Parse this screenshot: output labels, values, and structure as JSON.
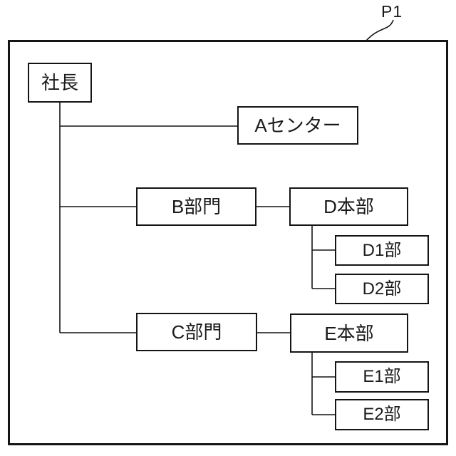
{
  "figure_label": "P1",
  "org_chart": {
    "title": "organization hierarchy diagram",
    "nodes": [
      {
        "id": "president",
        "label": "社長"
      },
      {
        "id": "a-center",
        "label": "Aセンター"
      },
      {
        "id": "b-division",
        "label": "B部門"
      },
      {
        "id": "d-headquarters",
        "label": "D本部"
      },
      {
        "id": "d1-department",
        "label": "D1部"
      },
      {
        "id": "d2-department",
        "label": "D2部"
      },
      {
        "id": "c-division",
        "label": "C部門"
      },
      {
        "id": "e-headquarters",
        "label": "E本部"
      },
      {
        "id": "e1-department",
        "label": "E1部"
      },
      {
        "id": "e2-department",
        "label": "E2部"
      }
    ],
    "edges": [
      {
        "from": "社長",
        "to": "Aセンター"
      },
      {
        "from": "社長",
        "to": "B部門"
      },
      {
        "from": "社長",
        "to": "C部門"
      },
      {
        "from": "B部門",
        "to": "D本部"
      },
      {
        "from": "D本部",
        "to": "D1部"
      },
      {
        "from": "D本部",
        "to": "D2部"
      },
      {
        "from": "C部門",
        "to": "E本部"
      },
      {
        "from": "E本部",
        "to": "E1部"
      },
      {
        "from": "E本部",
        "to": "E2部"
      }
    ],
    "colors": {
      "line": "#141414",
      "background": "#ffffff"
    }
  }
}
